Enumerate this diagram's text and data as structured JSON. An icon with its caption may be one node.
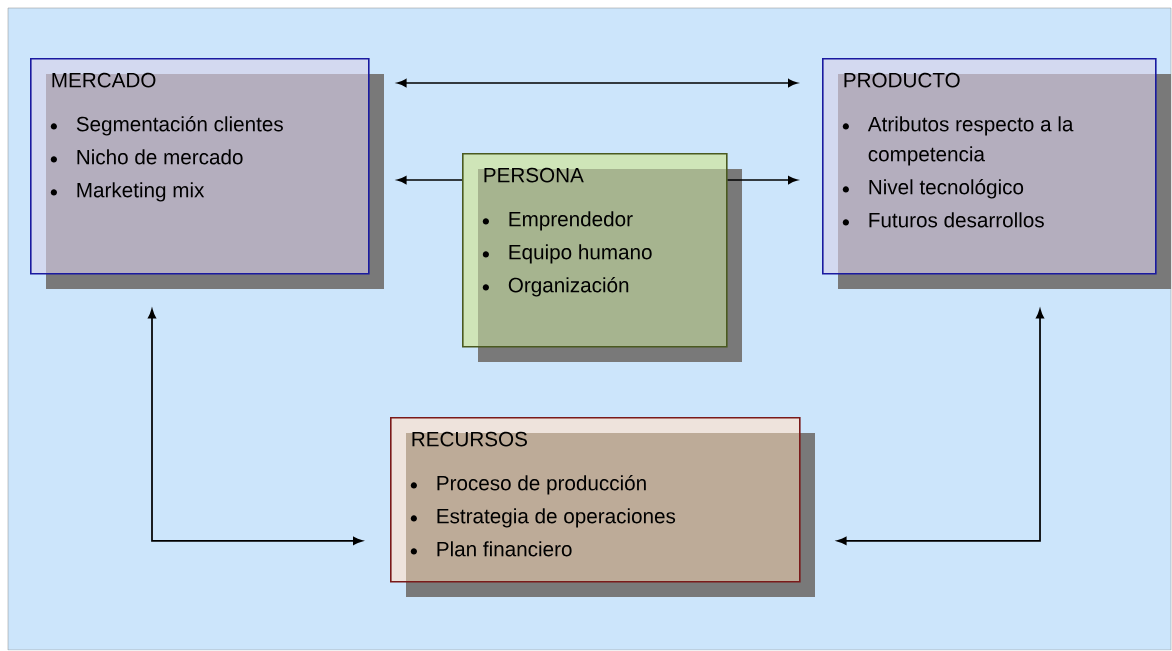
{
  "diagram": {
    "nodes": [
      {
        "text": [
          "MERCADO",
          "Segmentación clientes",
          "Nicho de mercado",
          "Marketing mix"
        ]
      },
      {
        "text": [
          "PRODUCTO",
          "Atributos respecto a la competencia",
          "Nivel tecnológico",
          "Futuros desarrollos"
        ]
      },
      {
        "text": [
          "PERSONA",
          "Emprendedor",
          "Equipo humano",
          "Organización"
        ]
      },
      {
        "text": [
          "RECURSOS",
          "Proceso de producción",
          "Estrategia de operaciones",
          "Plan financiero"
        ]
      }
    ],
    "edges": [
      {
        "from": 0,
        "to": 1,
        "arrow": "both"
      },
      {
        "from": 2,
        "to": 0,
        "arrow": "to"
      },
      {
        "from": 2,
        "to": 1,
        "arrow": "to"
      },
      {
        "from": 0,
        "to": 3,
        "arrow": "both"
      },
      {
        "from": 1,
        "to": 3,
        "arrow": "both"
      }
    ]
  }
}
